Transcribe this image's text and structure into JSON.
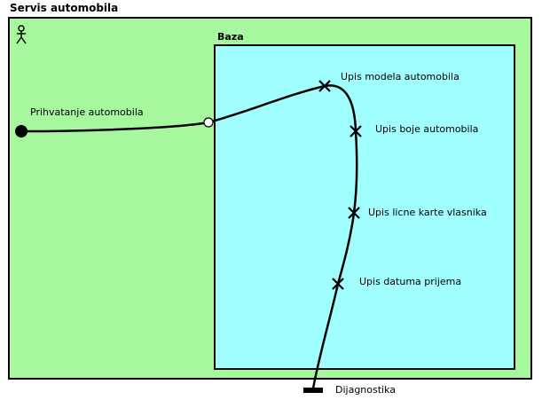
{
  "diagram": {
    "title": "Servis automobila",
    "colors": {
      "outer_fill": "#a6f79e",
      "inner_fill": "#a0feff",
      "stroke": "#000000",
      "start_fill": "#000000",
      "junction_fill": "#ffffff"
    },
    "outer_region": {
      "icon": "actor-icon"
    },
    "inner_region": {
      "label": "Baza"
    },
    "start_node": {
      "label": "Prihvatanje automobila"
    },
    "steps": [
      {
        "label": "Upis modela automobila"
      },
      {
        "label": "Upis boje automobila"
      },
      {
        "label": "Upis licne karte vlasnika"
      },
      {
        "label": "Upis datuma prijema"
      }
    ],
    "end_node": {
      "label": "Dijagnostika"
    }
  }
}
